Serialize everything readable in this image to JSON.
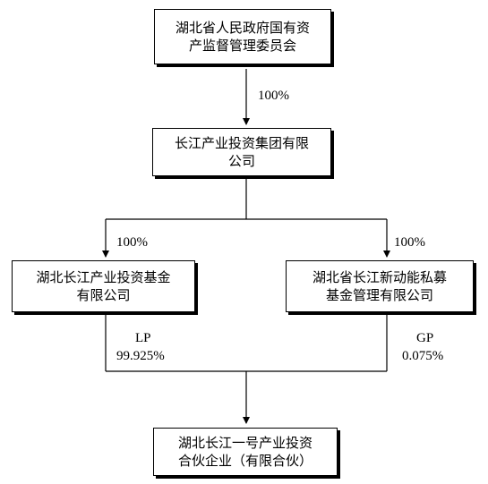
{
  "nodes": {
    "sasac": {
      "line1": "湖北省人民政府国有资",
      "line2": "产监督管理委员会"
    },
    "group": {
      "line1": "长江产业投资集团有限",
      "line2": "公司"
    },
    "fund": {
      "line1": "湖北长江产业投资基金",
      "line2": "有限公司"
    },
    "manager": {
      "line1": "湖北省长江新动能私募",
      "line2": "基金管理有限公司"
    },
    "partnership": {
      "line1": "湖北长江一号产业投资",
      "line2": "合伙企业（有限合伙）"
    }
  },
  "edges": {
    "sasac_group": "100%",
    "group_fund": "100%",
    "group_manager": "100%",
    "fund_role": "LP",
    "fund_share": "99.925%",
    "manager_role": "GP",
    "manager_share": "0.075%"
  }
}
